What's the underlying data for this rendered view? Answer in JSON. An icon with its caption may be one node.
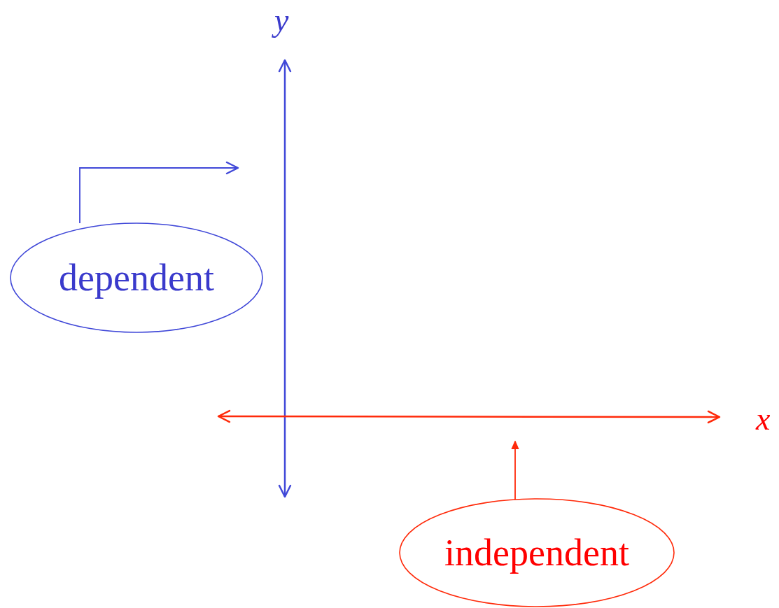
{
  "diagram": {
    "nodes": [
      {
        "text": [
          "dependent"
        ]
      },
      {
        "text": [
          "independent"
        ]
      }
    ],
    "edges": [
      {
        "from": 0,
        "to": null,
        "arrow": "to",
        "color": "#4048d8"
      },
      {
        "from": 1,
        "to": null,
        "arrow": "to",
        "color": "#ff2a0a"
      }
    ],
    "labels": [
      "y",
      "x"
    ]
  }
}
